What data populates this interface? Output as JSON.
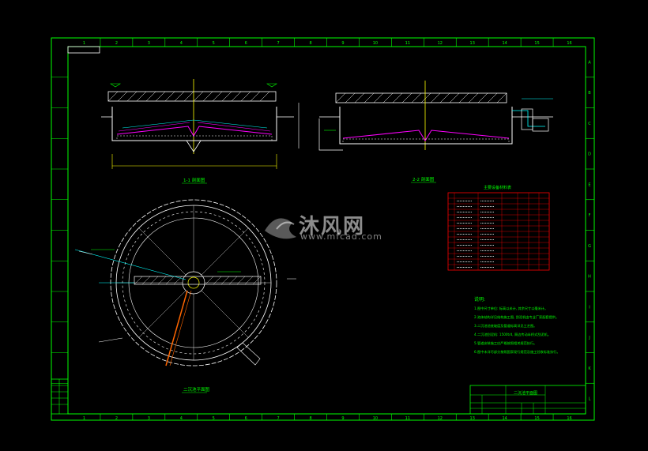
{
  "watermark": {
    "brand_text": "沐风网",
    "url": "www.mfcad.com"
  },
  "drawing": {
    "grid_columns": [
      "1",
      "2",
      "3",
      "4",
      "5",
      "6",
      "7",
      "8",
      "9",
      "10",
      "11",
      "12",
      "13",
      "14",
      "15",
      "16"
    ],
    "grid_rows": [
      "A",
      "B",
      "C",
      "D",
      "E",
      "F",
      "G",
      "H",
      "I",
      "J",
      "K",
      "L"
    ],
    "section_1_title": "1-1 剖面图",
    "section_2_title": "2-2 剖面图",
    "plan_title": "二沉池平面图",
    "table_title": "主要设备材料表",
    "notes_heading": "说明:",
    "notes": [
      "1.图中尺寸单位: 标高以米计, 其余尺寸以毫米计。",
      "2.池体结构详见结构施工图, 刮泥机由专业厂家配套提供。",
      "3.二沉池池底坡度及管道标高详见工艺图。",
      "4.二沉池刮泥机: 1500t/d, 周边传动半桥式刮泥机。",
      "5.管道安装施工应严格按照相关规范执行。",
      "6.图中未详尽部分按照国家现行规范及施工验收标准执行。"
    ],
    "title_block_name": "二沉池平面图",
    "colors": {
      "frame": "#00ff00",
      "structure": "#ffffff",
      "magenta": "#ff00ff",
      "cyan": "#00ffff",
      "table": "#ff0000",
      "yellow": "#ffff00"
    }
  }
}
